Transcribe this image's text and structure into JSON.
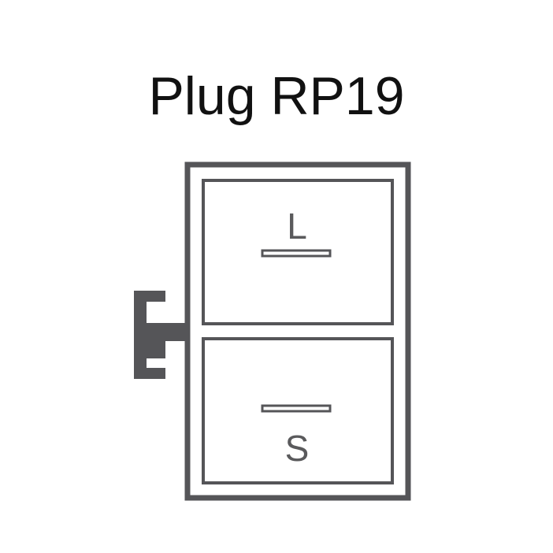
{
  "title": "Plug RP19",
  "terminals": [
    {
      "label": "L"
    },
    {
      "label": "S"
    }
  ],
  "colors": {
    "outline": "#555558",
    "text": "#111111",
    "pin_text": "#5a5a5c",
    "background": "#ffffff"
  }
}
